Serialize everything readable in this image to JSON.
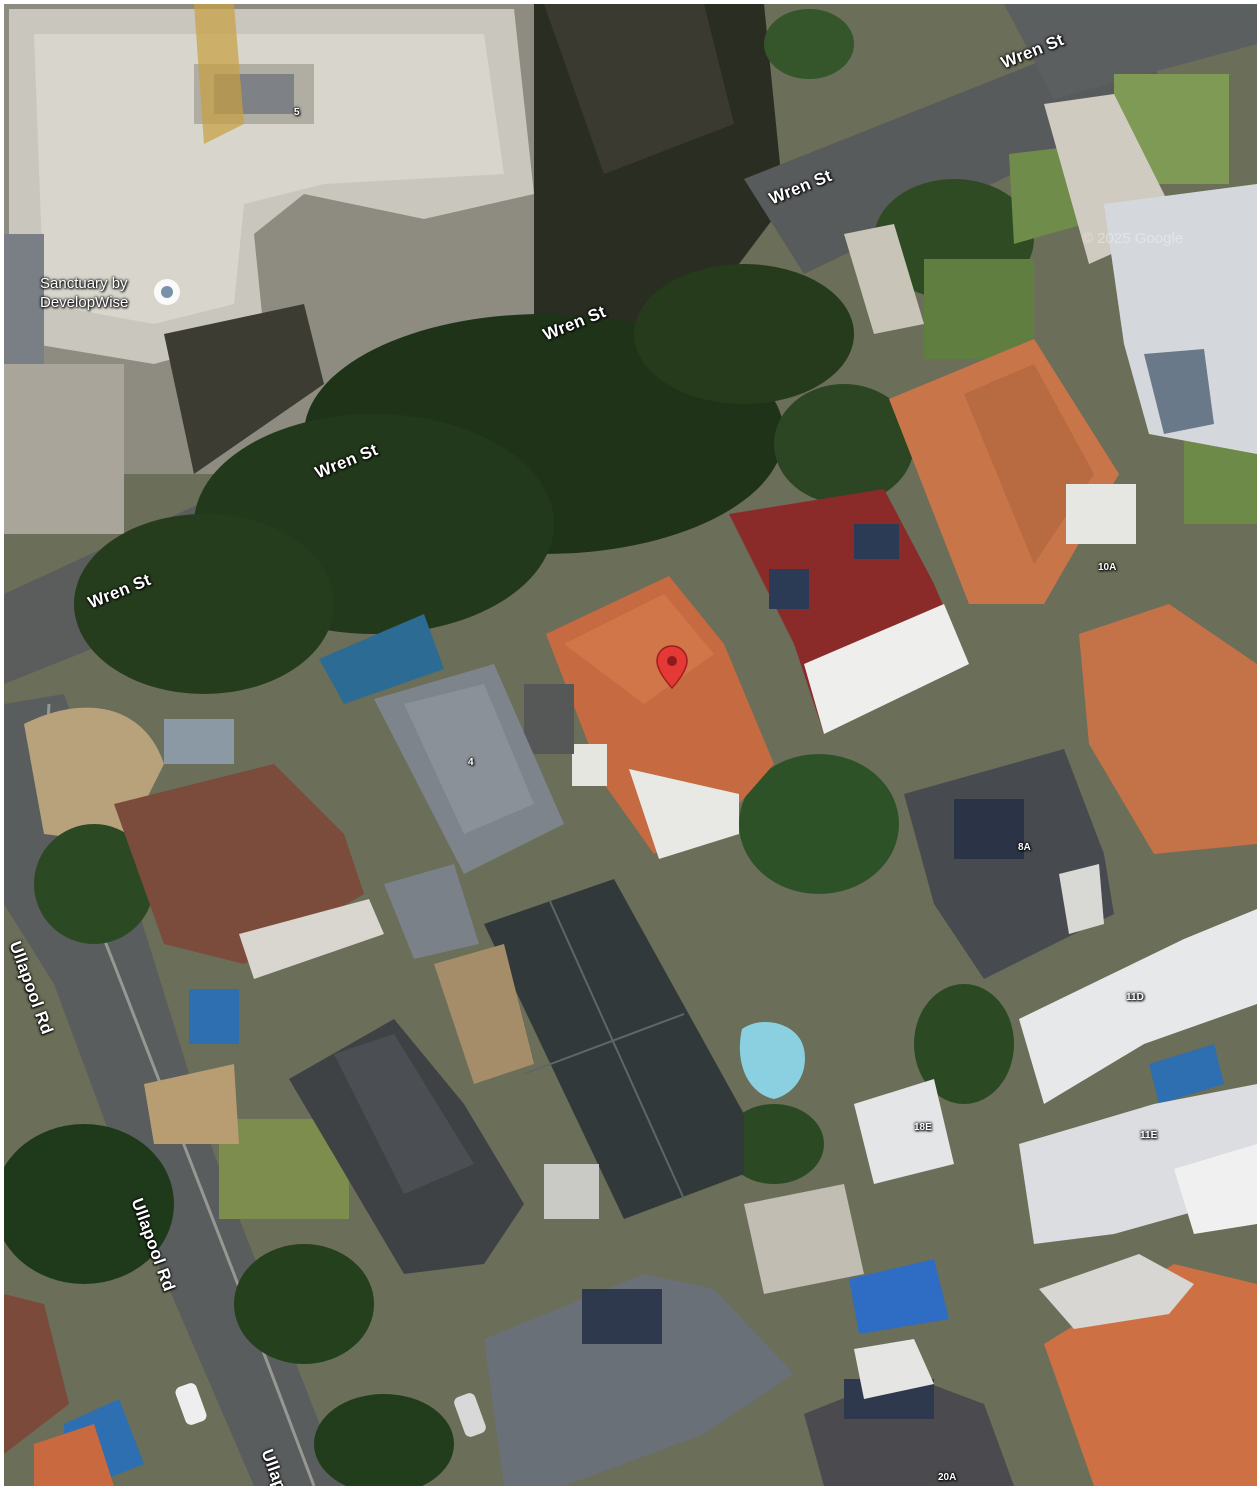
{
  "map": {
    "view_type": "satellite",
    "streets": [
      {
        "id": "wren-1",
        "name": "Wren St"
      },
      {
        "id": "wren-2",
        "name": "Wren St"
      },
      {
        "id": "wren-3",
        "name": "Wren St"
      },
      {
        "id": "wren-4",
        "name": "Wren St"
      },
      {
        "id": "wren-5",
        "name": "Wren St"
      },
      {
        "id": "ullapool-1",
        "name": "Ullapool Rd"
      },
      {
        "id": "ullapool-2",
        "name": "Ullapool Rd"
      },
      {
        "id": "ullapool-3",
        "name": "Ullapo"
      }
    ],
    "house_numbers": [
      "5",
      "4",
      "10A",
      "8A",
      "11D",
      "18E",
      "11E",
      "20A"
    ],
    "poi": {
      "name": "Sanctuary by\nDevelopWise",
      "icon": "place-marker-icon"
    },
    "pin": {
      "icon": "location-pin-icon",
      "color": "#e53935"
    },
    "copyright": "© 2025 Google"
  }
}
